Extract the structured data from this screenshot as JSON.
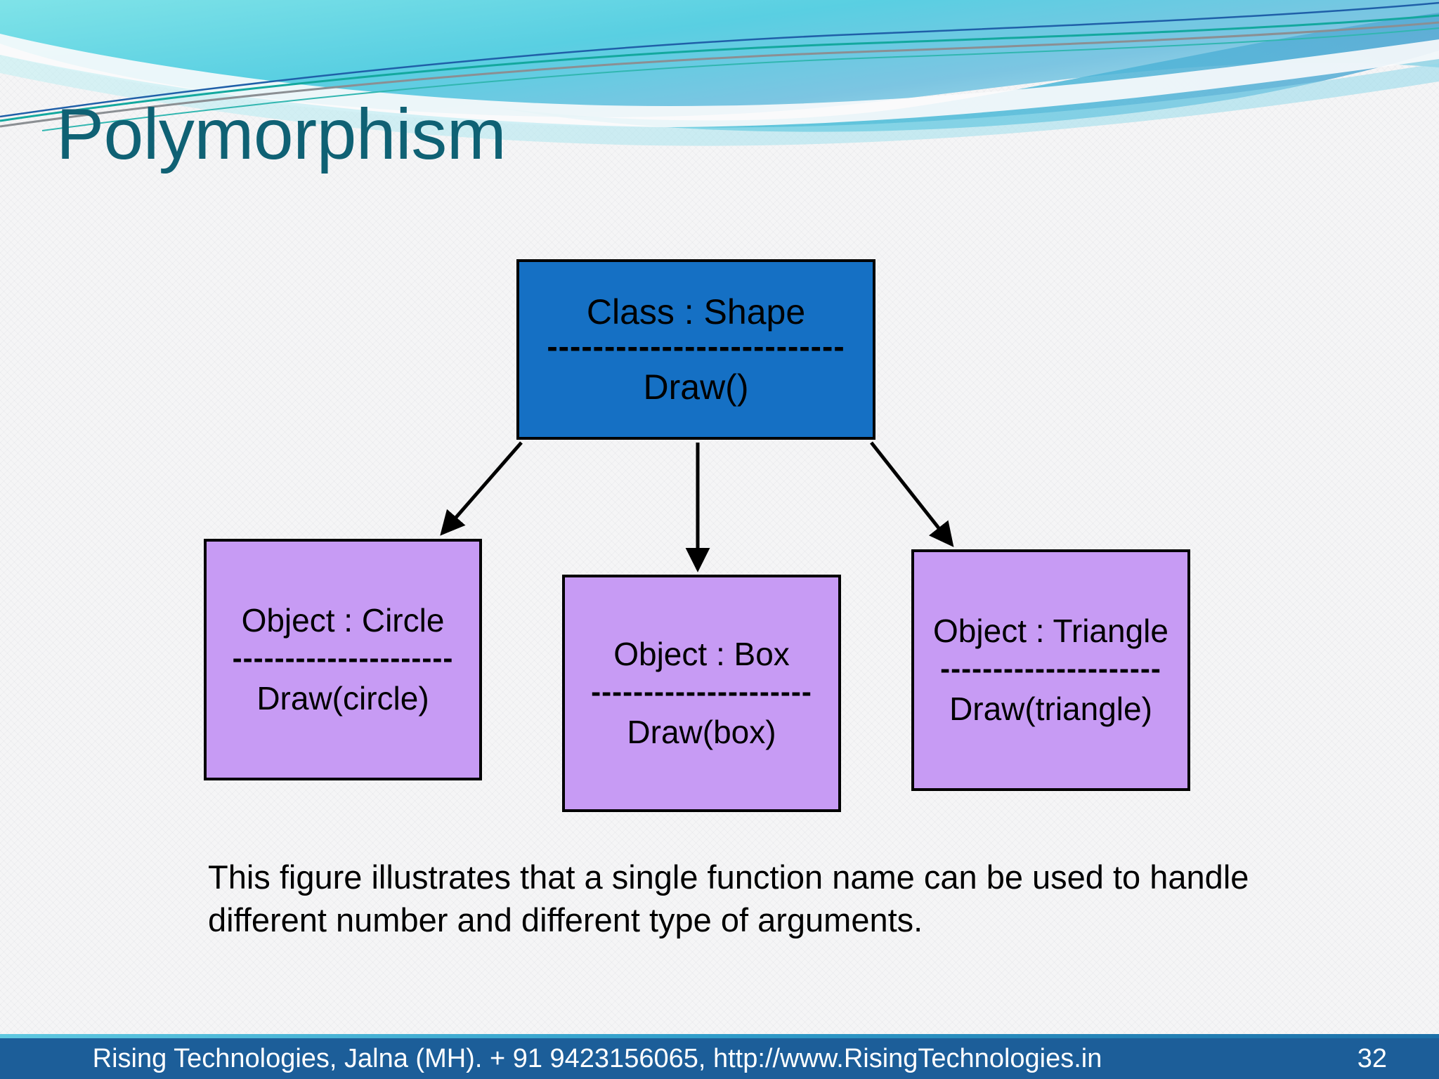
{
  "slide": {
    "title": "Polymorphism",
    "title_color": "#0f6174",
    "background_color": "#f5f5f6"
  },
  "diagram": {
    "type": "class-hierarchy",
    "parent": {
      "name": "shape-class",
      "header": "Class : Shape",
      "separator": "--------------------------",
      "member": "Draw()",
      "fill_color": "#1570C4",
      "border_color": "#000000"
    },
    "children": [
      {
        "name": "circle-object",
        "header": "Object : Circle",
        "separator": "---------------------",
        "member": "Draw(circle)",
        "fill_color": "#C79BF4",
        "border_color": "#000000"
      },
      {
        "name": "box-object",
        "header": "Object : Box",
        "separator": "---------------------",
        "member": "Draw(box)",
        "fill_color": "#C79BF4",
        "border_color": "#000000"
      },
      {
        "name": "triangle-object",
        "header": "Object : Triangle",
        "separator": "---------------------",
        "member": "Draw(triangle)",
        "fill_color": "#C79BF4",
        "border_color": "#000000"
      }
    ]
  },
  "body": {
    "line1": "This figure illustrates that a single function name can be used to handle",
    "line2": "different number and different type of arguments."
  },
  "footer": {
    "credit": "Rising Technologies, Jalna (MH). + 91 9423156065, http://www.RisingTechnologies.in",
    "page_number": "32",
    "bar_color": "#1c5e99"
  }
}
